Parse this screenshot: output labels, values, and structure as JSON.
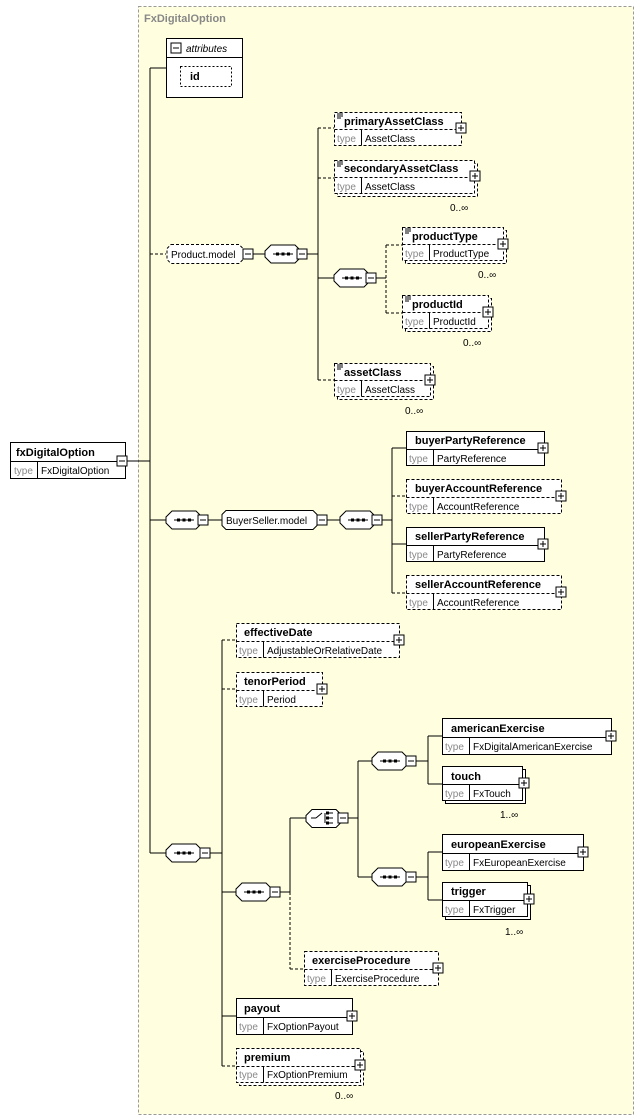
{
  "title": "FxDigitalOption",
  "root": {
    "name": "fxDigitalOption",
    "type_label": "type",
    "type": "FxDigitalOption"
  },
  "attributes": {
    "label": "attributes",
    "items": [
      "id"
    ]
  },
  "groups": {
    "product_model": "Product.model",
    "buyerseller_model": "BuyerSeller.model"
  },
  "elements": {
    "primaryAssetClass": {
      "name": "primaryAssetClass",
      "type": "AssetClass"
    },
    "secondaryAssetClass": {
      "name": "secondaryAssetClass",
      "type": "AssetClass",
      "card": "0..∞"
    },
    "productType": {
      "name": "productType",
      "type": "ProductType",
      "card": "0..∞"
    },
    "productId": {
      "name": "productId",
      "type": "ProductId",
      "card": "0..∞"
    },
    "assetClass": {
      "name": "assetClass",
      "type": "AssetClass",
      "card": "0..∞"
    },
    "buyerPartyReference": {
      "name": "buyerPartyReference",
      "type": "PartyReference"
    },
    "buyerAccountReference": {
      "name": "buyerAccountReference",
      "type": "AccountReference"
    },
    "sellerPartyReference": {
      "name": "sellerPartyReference",
      "type": "PartyReference"
    },
    "sellerAccountReference": {
      "name": "sellerAccountReference",
      "type": "AccountReference"
    },
    "effectiveDate": {
      "name": "effectiveDate",
      "type": "AdjustableOrRelativeDate"
    },
    "tenorPeriod": {
      "name": "tenorPeriod",
      "type": "Period"
    },
    "americanExercise": {
      "name": "americanExercise",
      "type": "FxDigitalAmericanExercise"
    },
    "touch": {
      "name": "touch",
      "type": "FxTouch",
      "card": "1..∞"
    },
    "europeanExercise": {
      "name": "europeanExercise",
      "type": "FxEuropeanExercise"
    },
    "trigger": {
      "name": "trigger",
      "type": "FxTrigger",
      "card": "1..∞"
    },
    "exerciseProcedure": {
      "name": "exerciseProcedure",
      "type": "ExerciseProcedure"
    },
    "payout": {
      "name": "payout",
      "type": "FxOptionPayout"
    },
    "premium": {
      "name": "premium",
      "type": "FxOptionPremium",
      "card": "0..∞"
    }
  },
  "type_label": "type"
}
